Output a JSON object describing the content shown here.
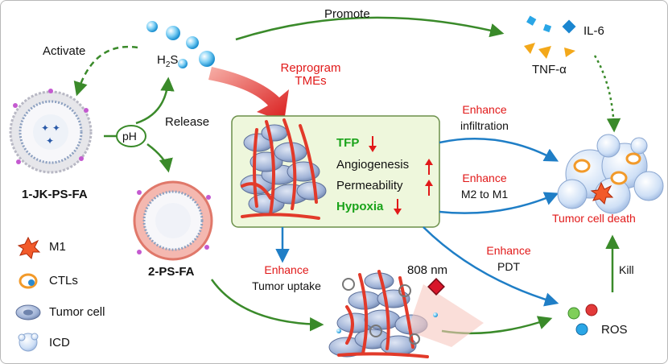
{
  "labels": {
    "promote": "Promote",
    "activate": "Activate",
    "h2s_main": "H",
    "h2s_sub": "2",
    "h2s_end": "S",
    "reprogram_1": "Reprogram",
    "reprogram_2": "TMEs",
    "il6": "IL-6",
    "tnf": "TNF-α",
    "release": "Release",
    "ph": "pH",
    "jk_ps_fa": "1-JK-PS-FA",
    "ps_fa": "2-PS-FA",
    "tfp": "TFP",
    "angiogenesis": "Angiogenesis",
    "permeability": "Permeability",
    "hypoxia": "Hypoxia",
    "enhance_1": "Enhance",
    "infiltration": "infiltration",
    "enhance_2": "Enhance",
    "m2_to_m1": "M2 to M1",
    "tumor_cell_death": "Tumor cell death",
    "enhance_3": "Enhance",
    "pdt": "PDT",
    "kill": "Kill",
    "enhance_4": "Enhance",
    "tumor_uptake": "Tumor uptake",
    "nm808": "808 nm",
    "ros": "ROS"
  },
  "legend": [
    {
      "label": "M1",
      "icon": "m1-macrophage-icon"
    },
    {
      "label": "CTLs",
      "icon": "ctl-icon"
    },
    {
      "label": "Tumor cell",
      "icon": "tumor-cell-icon"
    },
    {
      "label": "ICD",
      "icon": "icd-icon"
    }
  ],
  "colors": {
    "green_arrow": "#3a8a2a",
    "blue_arrow": "#1f7ec6",
    "red_text": "#e11919",
    "green_text": "#1aa31a",
    "box_fill": "#eef7dc",
    "box_stroke": "#6b8f4a",
    "tumor_cell": "#9fb2d6",
    "vessel": "#e23a2a"
  }
}
